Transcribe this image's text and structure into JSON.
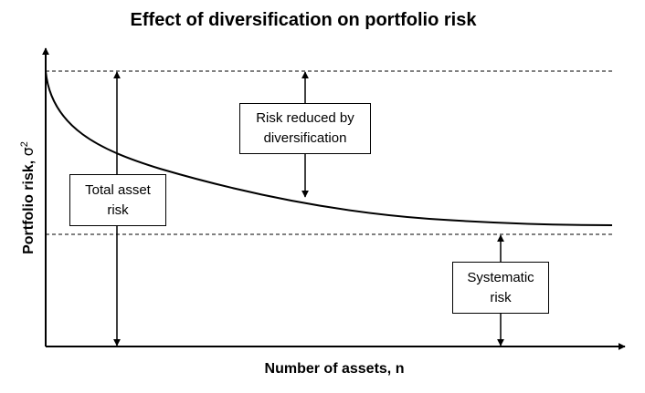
{
  "title": "Effect of diversification on portfolio risk",
  "axes": {
    "xlabel": "Number of assets, n",
    "ylabel_text": "Portfolio risk, ",
    "ylabel_symbol": "σ",
    "ylabel_exponent": "2"
  },
  "annotations": {
    "total_risk": {
      "line1": "Total asset",
      "line2": "risk"
    },
    "risk_reduced": {
      "line1": "Risk reduced by",
      "line2": "diversification"
    },
    "systematic_risk": {
      "line1": "Systematic",
      "line2": "risk"
    }
  },
  "colors": {
    "ink": "#000000",
    "background": "#ffffff"
  }
}
